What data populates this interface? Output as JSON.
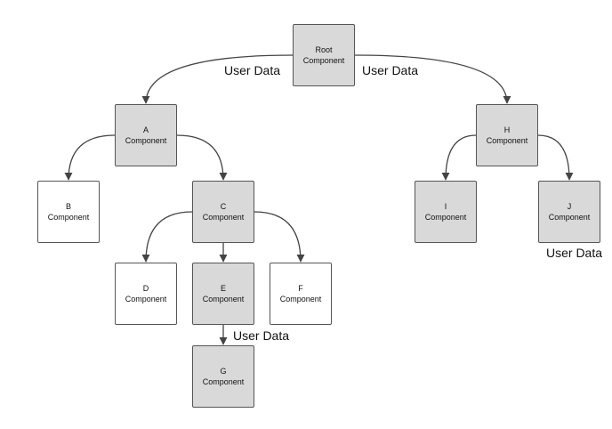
{
  "colors": {
    "highlighted_fill": "#d9d9d9",
    "plain_fill": "#ffffff",
    "border": "#555555",
    "edge": "#444444"
  },
  "nodes": [
    {
      "id": "root",
      "name": "Root",
      "type": "Component",
      "highlighted": true
    },
    {
      "id": "a",
      "name": "A",
      "type": "Component",
      "highlighted": true
    },
    {
      "id": "b",
      "name": "B",
      "type": "Component",
      "highlighted": false
    },
    {
      "id": "c",
      "name": "C",
      "type": "Component",
      "highlighted": true
    },
    {
      "id": "d",
      "name": "D",
      "type": "Component",
      "highlighted": false
    },
    {
      "id": "e",
      "name": "E",
      "type": "Component",
      "highlighted": true
    },
    {
      "id": "f",
      "name": "F",
      "type": "Component",
      "highlighted": false
    },
    {
      "id": "g",
      "name": "G",
      "type": "Component",
      "highlighted": true
    },
    {
      "id": "h",
      "name": "H",
      "type": "Component",
      "highlighted": true
    },
    {
      "id": "i",
      "name": "I",
      "type": "Component",
      "highlighted": true
    },
    {
      "id": "j",
      "name": "J",
      "type": "Component",
      "highlighted": true
    }
  ],
  "edges": [
    {
      "from": "root",
      "to": "a"
    },
    {
      "from": "root",
      "to": "h"
    },
    {
      "from": "a",
      "to": "b"
    },
    {
      "from": "a",
      "to": "c"
    },
    {
      "from": "c",
      "to": "d"
    },
    {
      "from": "c",
      "to": "e"
    },
    {
      "from": "c",
      "to": "f"
    },
    {
      "from": "e",
      "to": "g"
    },
    {
      "from": "h",
      "to": "i"
    },
    {
      "from": "h",
      "to": "j"
    }
  ],
  "labels": {
    "root_left": "User Data",
    "root_right": "User Data",
    "e_to_g": "User Data",
    "j_below": "User Data"
  }
}
